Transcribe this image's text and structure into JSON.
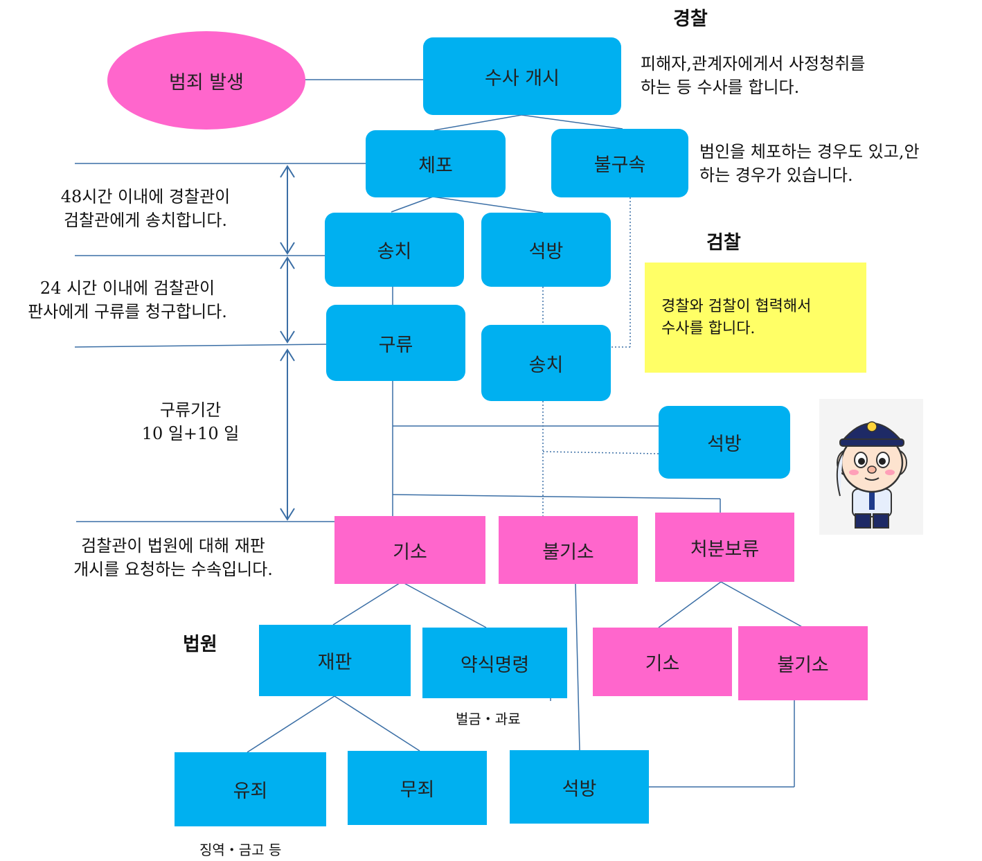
{
  "headings": {
    "police": "경찰",
    "prosecution": "검찰",
    "court": "법원"
  },
  "nodes": {
    "crime": "범죄 발생",
    "investigation": "수사 개시",
    "arrest": "체포",
    "no_detention": "불구속",
    "transfer1": "송치",
    "release1": "석방",
    "detention": "구류",
    "transfer2": "송치",
    "release2": "석방",
    "indict": "기소",
    "non_indict": "불기소",
    "suspend": "처분보류",
    "trial": "재판",
    "summary_order": "약식명령",
    "indict2": "기소",
    "non_indict2": "불기소",
    "guilty": "유죄",
    "not_guilty": "무죄",
    "release3": "석방"
  },
  "notes": {
    "investigation": "피해자,관계자에게서 사정청취를\n하는 등 수사를 합니다.",
    "arrest": "범인을 체포하는 경우도 있고,안\n하는 경우가 있습니다.",
    "within48": "48시간 이내에 경찰관이\n검찰관에게 송치합니다.",
    "within24": "24 시간 이내에 검찰관이\n판사에게 구류를 청구합니다.",
    "detention_period": "구류기간\n10 일+10 일",
    "indictment": "검찰관이 법원에 대해 재판\n개시를 요청하는 수속입니다.",
    "cooperation": "경찰와 검찰이 협력해서\n수사를 합니다.",
    "fine": "벌금・과료",
    "imprisonment": "징역・금고 등"
  },
  "colors": {
    "blue": "#00b0f0",
    "pink": "#ff66cc",
    "yellow": "#ffff66",
    "line": "#3a6ea5"
  },
  "mascot": {
    "icon": "police-mascot-icon"
  }
}
